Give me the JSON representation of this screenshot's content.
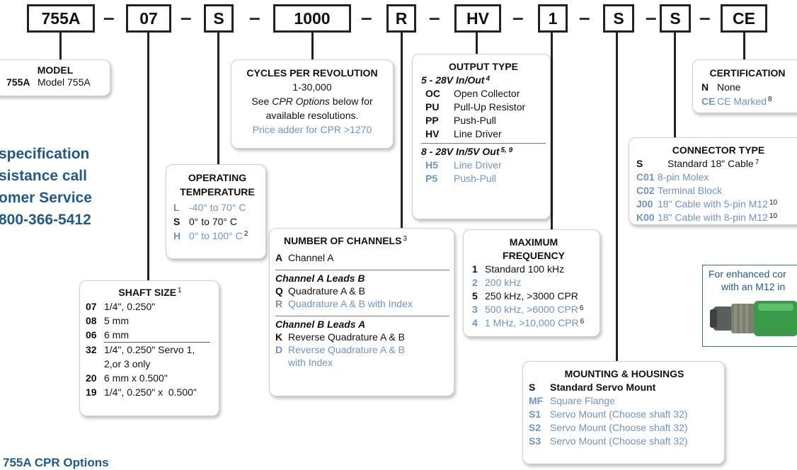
{
  "part_number": {
    "segments": [
      "755A",
      "07",
      "S",
      "1000",
      "R",
      "HV",
      "1",
      "S",
      "S",
      "CE"
    ],
    "separator": "–"
  },
  "model": {
    "title": "MODEL",
    "items": [
      {
        "code": "755A",
        "label": "Model 755A"
      }
    ]
  },
  "cpr": {
    "title": "CYCLES PER REVOLUTION",
    "range": "1-30,000",
    "see_pre": "See ",
    "see_em": "CPR Options",
    "see_post": " below for",
    "available": "available resolutions.",
    "price_adder": "Price adder for CPR >1270"
  },
  "output_type": {
    "title": "OUTPUT TYPE",
    "group1_title": "5 - 28V In/Out",
    "group1_note": "4",
    "group1": [
      {
        "code": "OC",
        "label": "Open Collector"
      },
      {
        "code": "PU",
        "label": "Pull-Up Resistor"
      },
      {
        "code": "PP",
        "label": "Push-Pull"
      },
      {
        "code": "HV",
        "label": "Line Driver"
      }
    ],
    "group2_title": "8 - 28V In/5V Out",
    "group2_note": "5, 9",
    "group2": [
      {
        "code": "H5",
        "label": "Line Driver"
      },
      {
        "code": "P5",
        "label": "Push-Pull"
      }
    ]
  },
  "certification": {
    "title": "CERTIFICATION",
    "items": [
      {
        "code": "N",
        "label": "None",
        "note": ""
      },
      {
        "code": "CE",
        "label": "CE Marked",
        "note": "8"
      }
    ]
  },
  "contact": {
    "line1": "specification",
    "line2": "sistance call",
    "line3": "omer Service",
    "line4": "800-366-5412"
  },
  "connector": {
    "title": "CONNECTOR TYPE",
    "items": [
      {
        "code": "S",
        "label": "Standard 18\" Cable",
        "note": "7"
      },
      {
        "code": "C01",
        "label": "8-pin Molex",
        "note": ""
      },
      {
        "code": "C02",
        "label": "Terminal Block",
        "note": ""
      },
      {
        "code": "J00",
        "label": "18\" Cable with 5-pin M12",
        "note": "10"
      },
      {
        "code": "K00",
        "label": "18\" Cable with 8-pin M12",
        "note": "10"
      }
    ]
  },
  "operating_temp": {
    "title1": "OPERATING",
    "title2": "TEMPERATURE",
    "items": [
      {
        "code": "L",
        "label": "-40° to 70° C",
        "note": ""
      },
      {
        "code": "S",
        "label": "0° to 70° C",
        "note": ""
      },
      {
        "code": "H",
        "label": "0° to 100° C",
        "note": "2"
      }
    ]
  },
  "channels": {
    "title": "NUMBER OF CHANNELS",
    "title_note": "3",
    "items": [
      {
        "code": "A",
        "label": "Channel A"
      }
    ],
    "sub1": "Channel A Leads B",
    "sub1_items": [
      {
        "code": "Q",
        "label": "Quadrature A & B"
      },
      {
        "code": "R",
        "label": "Quadrature A & B with Index"
      }
    ],
    "sub2": "Channel B Leads A",
    "sub2_items": [
      {
        "code": "K",
        "label": "Reverse Quadrature A & B"
      },
      {
        "code": "D",
        "label": "Reverse Quadrature A & B",
        "label2": "with Index"
      }
    ]
  },
  "max_freq": {
    "title1": "MAXIMUM",
    "title2": "FREQUENCY",
    "items": [
      {
        "code": "1",
        "label": "Standard 100 kHz",
        "note": ""
      },
      {
        "code": "2",
        "label": "200 kHz",
        "note": ""
      },
      {
        "code": "5",
        "label": "250 kHz, >3000 CPR",
        "note": ""
      },
      {
        "code": "3",
        "label": "500 kHz, >6000 CPR",
        "note": "6"
      },
      {
        "code": "4",
        "label": "1 MHz, >10,000 CPR",
        "note": "6"
      }
    ]
  },
  "enhanced": {
    "line1": "For enhanced cor",
    "line2": "with an M12 in"
  },
  "shaft": {
    "title": "SHAFT SIZE",
    "title_note": "1",
    "items": [
      {
        "code": "07",
        "label": "1/4\", 0.250\""
      },
      {
        "code": "08",
        "label": "5 mm"
      },
      {
        "code": "06",
        "label": "6 mm"
      },
      {
        "code": "32",
        "label": "1/4\", 0.250\" Servo 1,",
        "label2": "2,or 3 only"
      },
      {
        "code": "20",
        "label": "6 mm x 0.500\""
      },
      {
        "code": "19",
        "label": "1/4\", 0.250\" x  0.500\""
      }
    ]
  },
  "mounting": {
    "title": "MOUNTING & HOUSINGS",
    "items": [
      {
        "code": "S",
        "label": "Standard Servo Mount"
      },
      {
        "code": "MF",
        "label": "Square Flange"
      },
      {
        "code": "S1",
        "label": "Servo Mount (Choose shaft 32)"
      },
      {
        "code": "S2",
        "label": "Servo Mount (Choose shaft 32)"
      },
      {
        "code": "S3",
        "label": "Servo Mount (Choose shaft 32)"
      }
    ]
  },
  "footer": {
    "cpr_options": "755A CPR Options"
  },
  "colors": {
    "option_blue": "#6f93c9",
    "contact_blue": "#1f5a8a",
    "line": "#222222"
  }
}
